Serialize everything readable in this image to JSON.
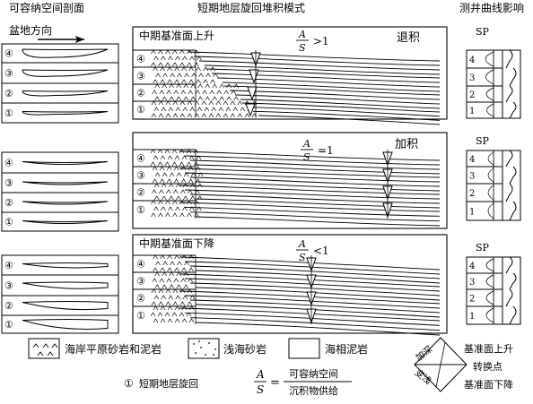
{
  "headers": {
    "left": "可容纳空间剖面",
    "middle": "短期地层旋回堆积模式",
    "right": "测井曲线影响"
  },
  "basin_direction": "盆地方向",
  "cycle_labels": [
    "④",
    "③",
    "②",
    "①"
  ],
  "panels": [
    {
      "title": "中期基准面上升",
      "ratio_rel": ">1",
      "pattern": "退积"
    },
    {
      "title": "",
      "ratio_rel": "=1",
      "pattern": "加积"
    },
    {
      "title": "中期基准面下降",
      "ratio_rel": "<1",
      "pattern": ""
    }
  ],
  "ratio_numerator": "A",
  "ratio_denominator": "S",
  "log_header": "SP",
  "log_numbers": [
    "4",
    "3",
    "2",
    "1"
  ],
  "legend": {
    "coastal_plain": "海岸平原砂岩和泥岩",
    "shallow_sand": "浅海砂岩",
    "marine_mud": "海相泥岩",
    "cycle_symbol": "①",
    "cycle_text": "短期地层旋回",
    "formula_lhs_num": "A",
    "formula_lhs_den": "S",
    "formula_eq": "=",
    "formula_num": "可容纳空间",
    "formula_den": "沉积物供给",
    "diamond_left_top": "加深",
    "diamond_left_bottom": "变浅",
    "rise": "基准面上升",
    "turn": "转换点",
    "fall": "基准面下降"
  }
}
